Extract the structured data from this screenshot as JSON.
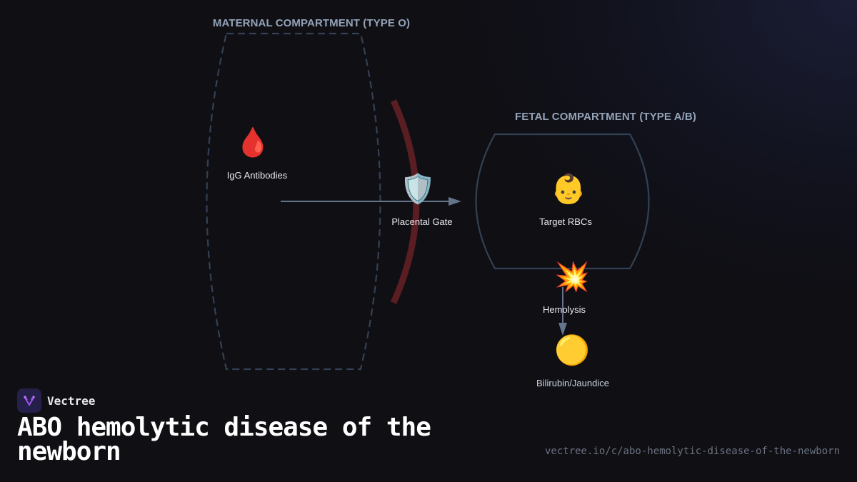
{
  "diagram": {
    "maternal": {
      "title": "MATERNAL COMPARTMENT (TYPE O)",
      "nodes": [
        {
          "icon": "blood-drop-icon",
          "glyph": "🩸",
          "label": "IgG Antibodies"
        }
      ]
    },
    "barrier": {
      "icon": "shield-icon",
      "glyph": "🛡️",
      "label": "Placental Gate",
      "color": "#5a1e22"
    },
    "fetal": {
      "title": "FETAL COMPARTMENT (TYPE A/B)",
      "nodes": [
        {
          "icon": "baby-icon",
          "glyph": "👶",
          "label": "Target RBCs"
        }
      ]
    },
    "outcomes": [
      {
        "icon": "collision-icon",
        "glyph": "💥",
        "label": "Hemolysis"
      },
      {
        "icon": "yellow-circle-icon",
        "glyph": "🟡",
        "label": "Bilirubin/Jaundice"
      }
    ],
    "edges": [
      {
        "from": "IgG Antibodies",
        "to": "Target RBCs",
        "via": "Placental Gate"
      },
      {
        "from": "Hemolysis",
        "to": "Bilirubin/Jaundice"
      }
    ],
    "colors": {
      "compartment_border": "#334155",
      "arrow": "#64748b",
      "title_text": "#94a3b8"
    }
  },
  "footer": {
    "brand": "Vectree",
    "title": "ABO hemolytic disease of the newborn",
    "url": "vectree.io/c/abo-hemolytic-disease-of-the-newborn"
  }
}
